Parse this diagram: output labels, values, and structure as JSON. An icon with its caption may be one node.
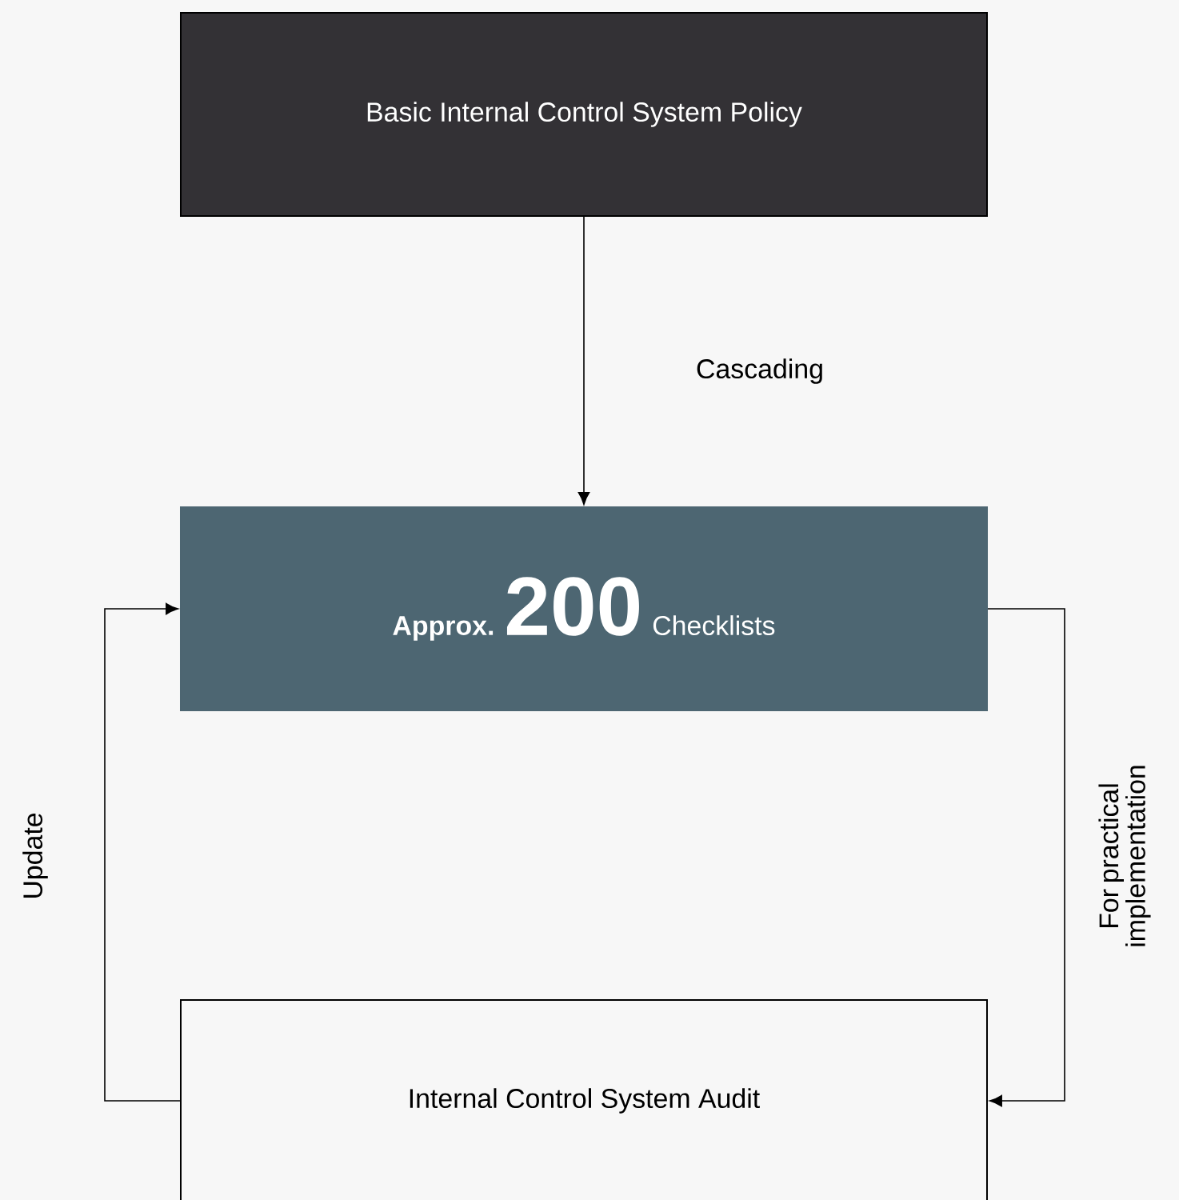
{
  "diagram": {
    "nodes": [
      {
        "text": [
          "Basic Internal Control System Policy"
        ]
      },
      {
        "text": [
          "Approx.",
          "200",
          "Checklists"
        ]
      },
      {
        "text": [
          "Internal Control System Audit"
        ]
      }
    ],
    "edges": [
      {
        "from": 0,
        "to": 1,
        "arrow": "to",
        "label": "Cascading"
      },
      {
        "from": 1,
        "to": 2,
        "arrow": "to",
        "label": "For practical implementation"
      },
      {
        "from": 2,
        "to": 1,
        "arrow": "to",
        "label": "Update"
      }
    ]
  }
}
